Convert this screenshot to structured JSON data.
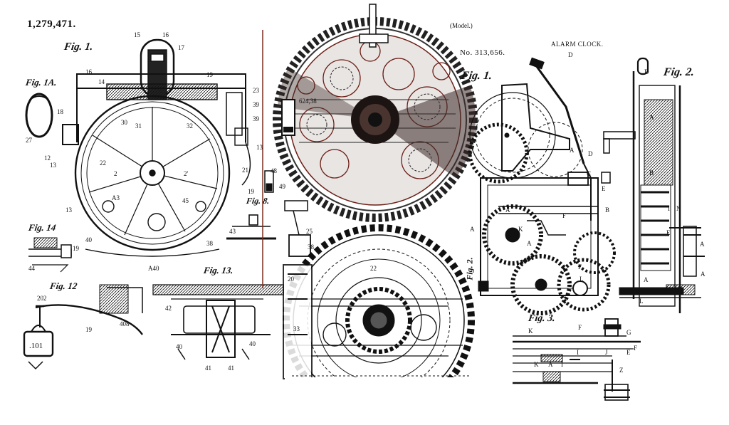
{
  "patent_left": {
    "number": "1,279,471.",
    "figures": [
      "Fig. 1.",
      "Fig. 1A.",
      "Fig. 14",
      "Fig. 12",
      "Fig. 13.",
      "Fig. 8."
    ]
  },
  "patent_right": {
    "model_note": "(Model.)",
    "number": "No. 313,656.",
    "title": "ALARM CLOCK.",
    "figures": [
      "Fig. 1.",
      "Fig. 2.",
      "Fig. 3.",
      "Fig. 2."
    ]
  },
  "colors": {
    "ink": "#111111",
    "overlay": "#6b1f16",
    "paper": "#ffffff",
    "rule": "#7a2a1e"
  }
}
